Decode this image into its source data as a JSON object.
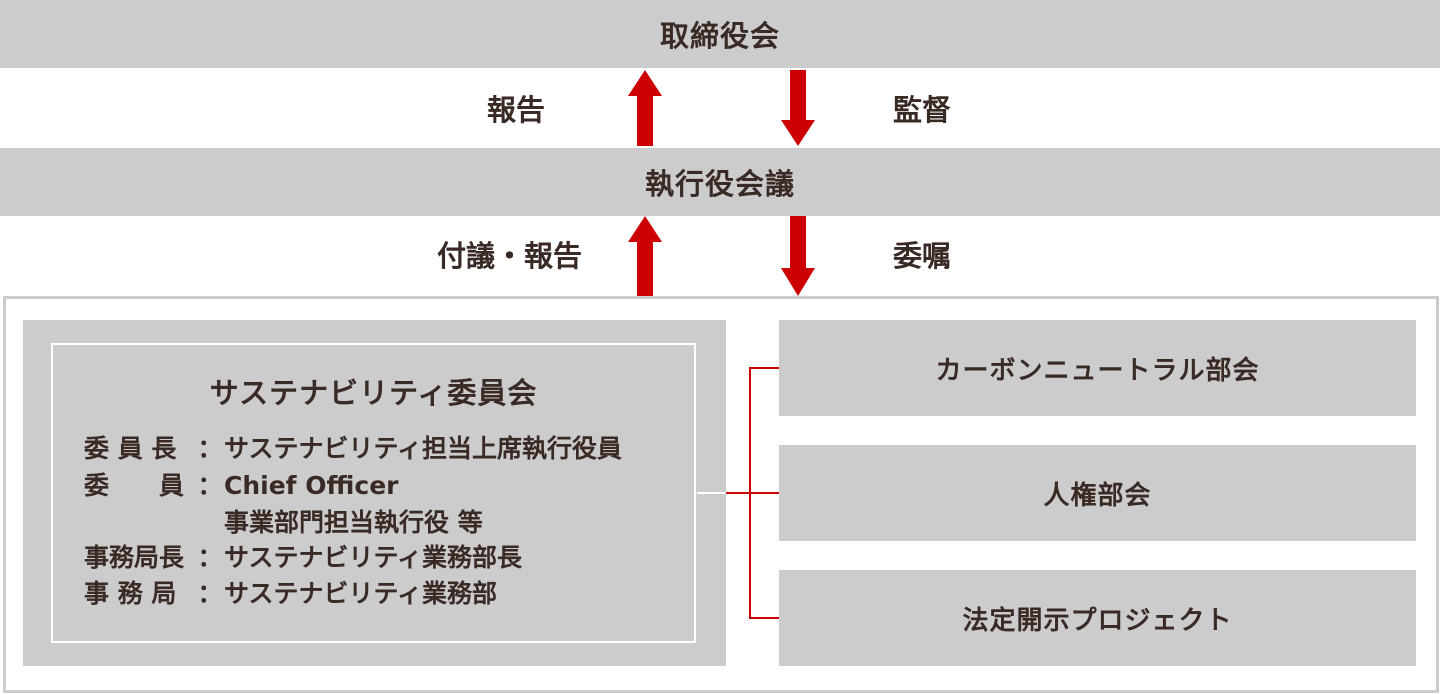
{
  "board": {
    "label": "取締役会"
  },
  "exec": {
    "label": "執行役会議"
  },
  "upper_flow": {
    "up_label": "報告",
    "down_label": "監督"
  },
  "lower_flow": {
    "up_label": "付議・報告",
    "down_label": "委嘱"
  },
  "committee": {
    "title": "サステナビリティ委員会",
    "members": [
      {
        "key": "委 員 長",
        "colon": "：",
        "value": "サステナビリティ担当上席執行役員"
      },
      {
        "key": "委　　員",
        "colon": "：",
        "value": "Chief Officer"
      },
      {
        "key": "",
        "colon": "",
        "value": "事業部門担当執行役 等"
      },
      {
        "key": "事務局長",
        "colon": "：",
        "value": "サステナビリティ業務部長"
      },
      {
        "key": "事 務 局",
        "colon": "：",
        "value": "サステナビリティ業務部"
      }
    ]
  },
  "subcommittees": [
    {
      "label": "カーボンニュートラル部会"
    },
    {
      "label": "人権部会"
    },
    {
      "label": "法定開示プロジェクト"
    }
  ],
  "colors": {
    "arrow": "#cc0000",
    "box": "#cccccc",
    "text": "#3a2a25",
    "connector": "#cc0000"
  }
}
